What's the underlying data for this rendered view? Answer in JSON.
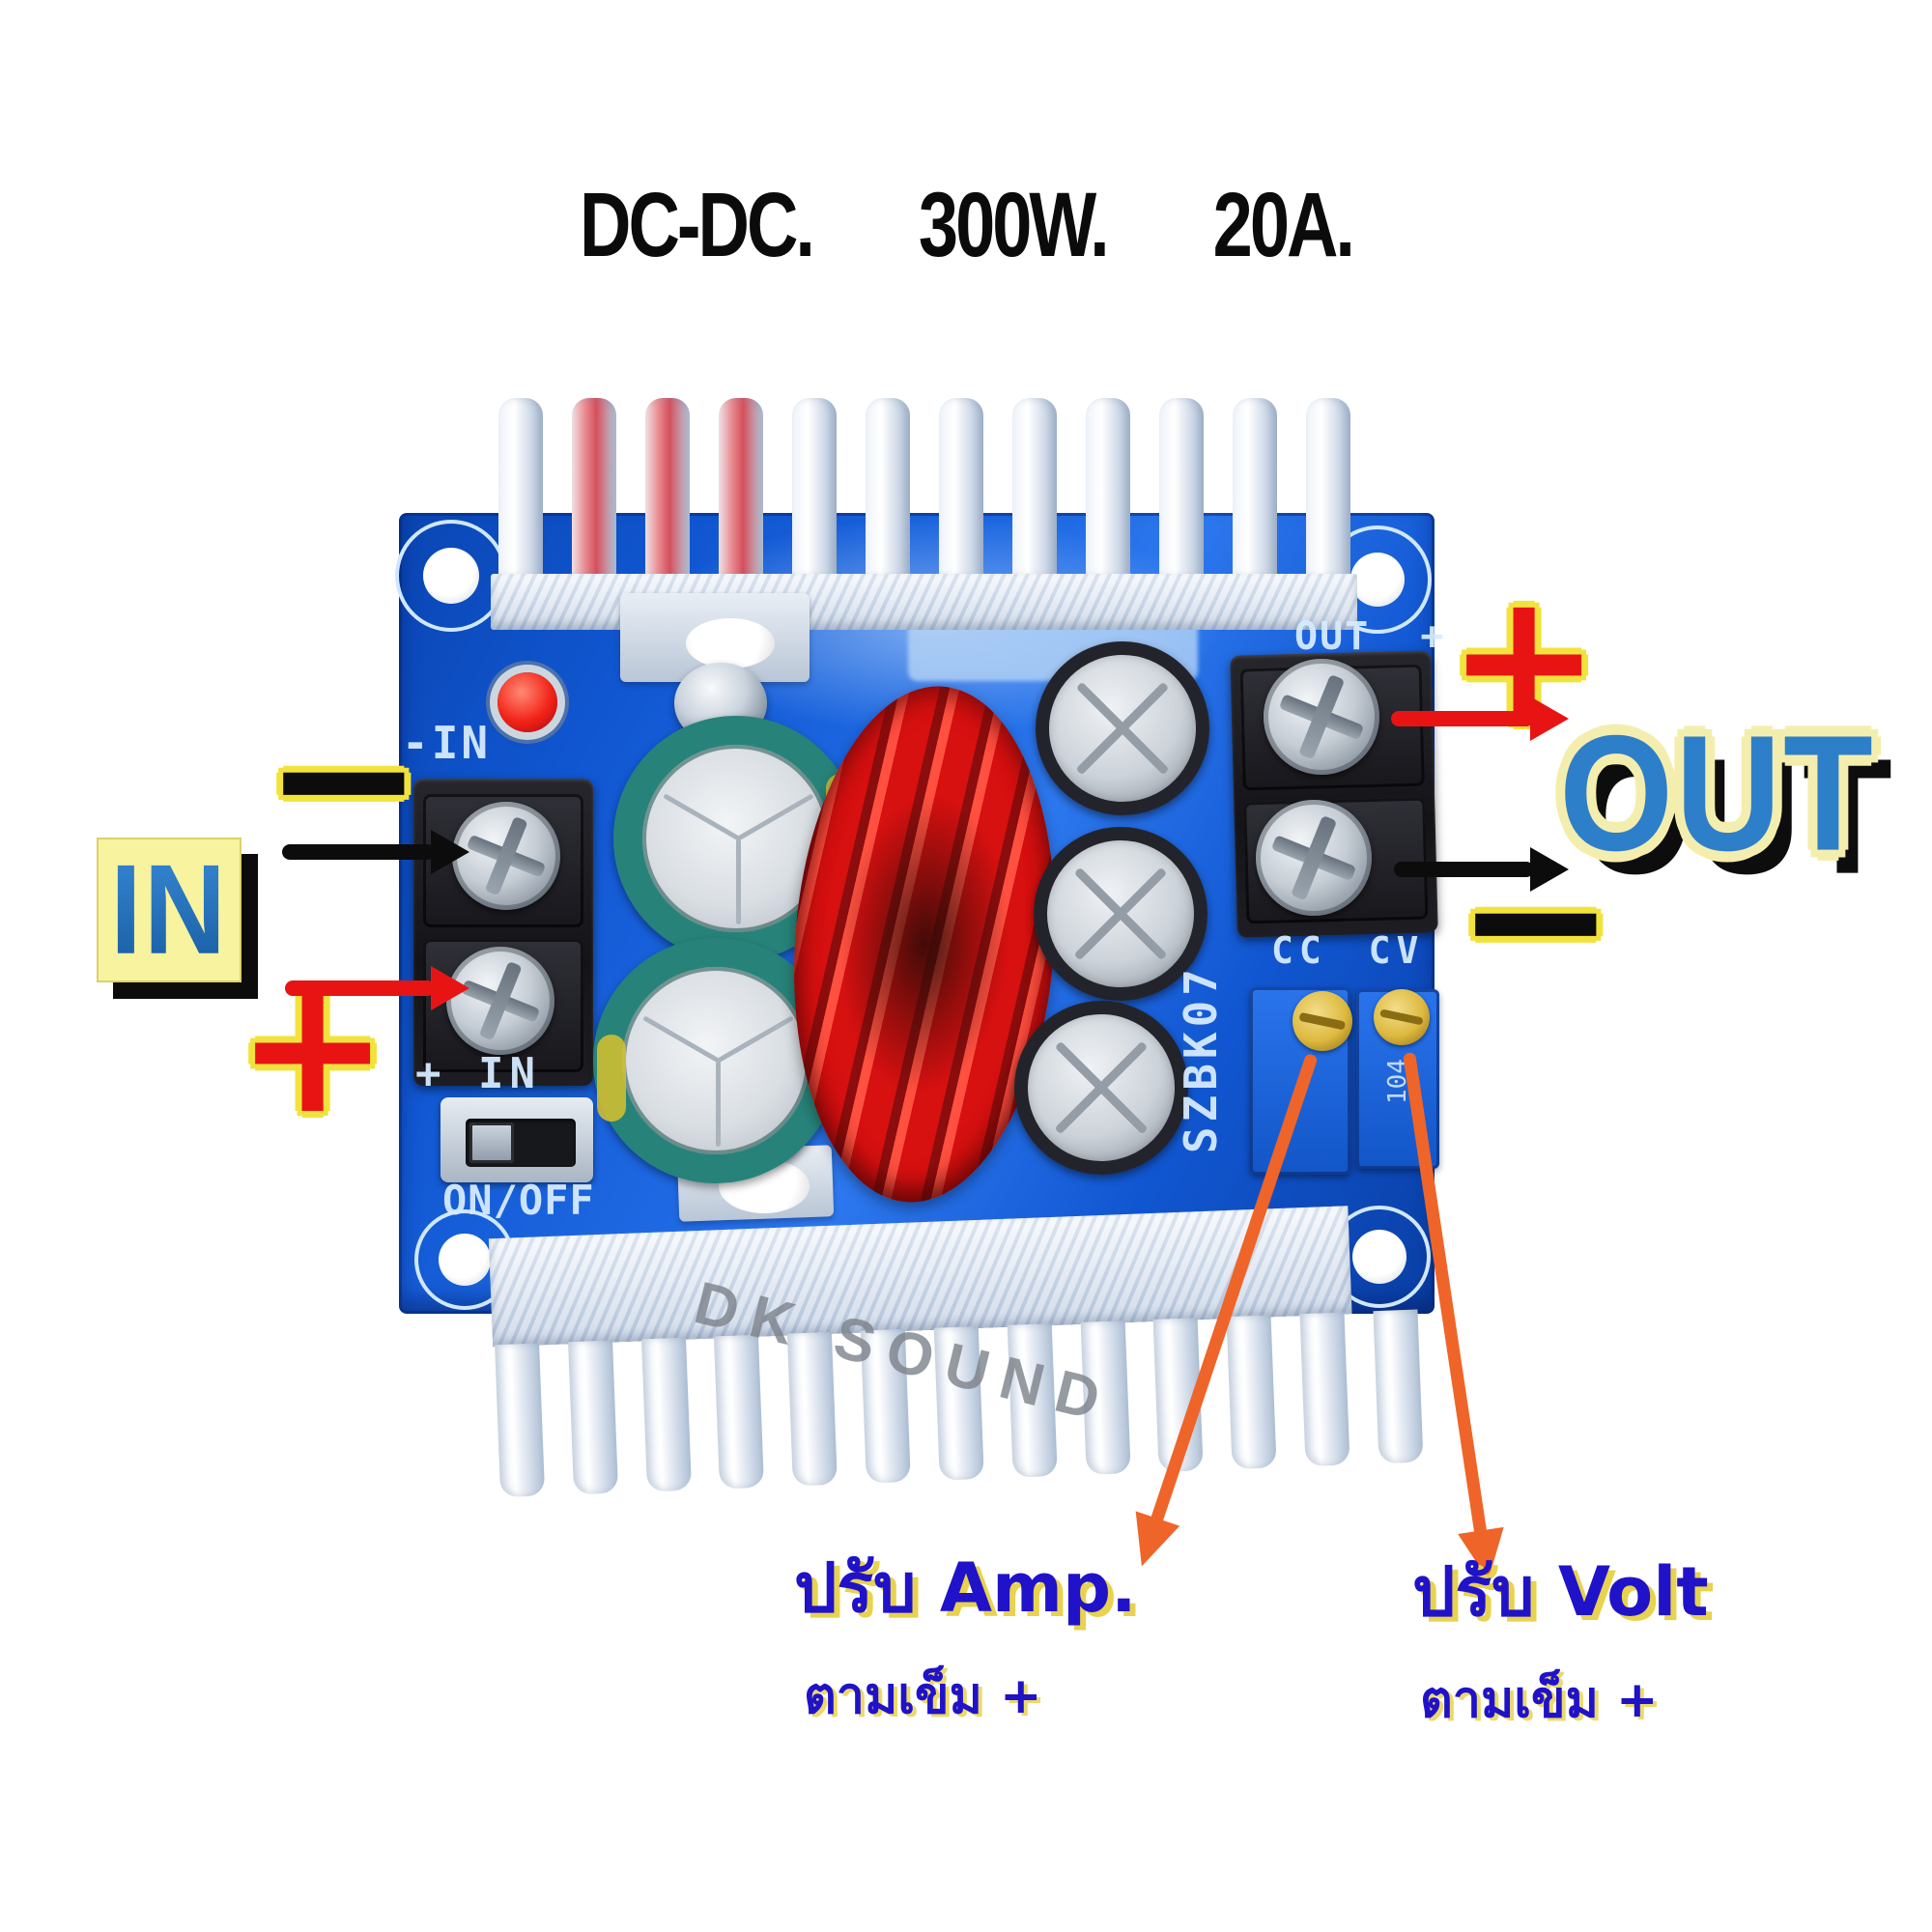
{
  "title": {
    "seg1": "DC-DC.",
    "seg2": "300W.",
    "seg3": "20A."
  },
  "board": {
    "silkscreen": {
      "neg_in": "-IN",
      "pos_in": "+ IN",
      "on_off": "ON/OFF",
      "out_plus": "OUT  +",
      "cc_cv": "CC CV",
      "model": "SZBK07",
      "trimpot_marking": "104"
    },
    "watermark": "DK SOUND"
  },
  "annotations": {
    "in_label": "IN",
    "out_label": "OUT",
    "in_minus": "−",
    "in_plus": "+",
    "out_plus": "+",
    "out_minus": "−",
    "adjust_amp_line1": "ปรับ Amp.",
    "adjust_amp_line2": "ตามเข็ม +",
    "adjust_volt_line1": "ปรับ Volt",
    "adjust_volt_line2": "ตามเข็ม +"
  },
  "colors": {
    "pcb_blue": "#1157d2",
    "silkscreen_white": "#d6ebff",
    "annotation_red": "#e81414",
    "annotation_black": "#0c0c0c",
    "annotation_orange": "#ef6428",
    "thai_blue": "#2012c8",
    "shadow_yellow": "#e8d24e",
    "label_bg_yellow": "#f7f39e",
    "label_blue": "#1d6fc0",
    "toroid_red": "#d71010",
    "trimpot_blue": "#1b66e0"
  }
}
